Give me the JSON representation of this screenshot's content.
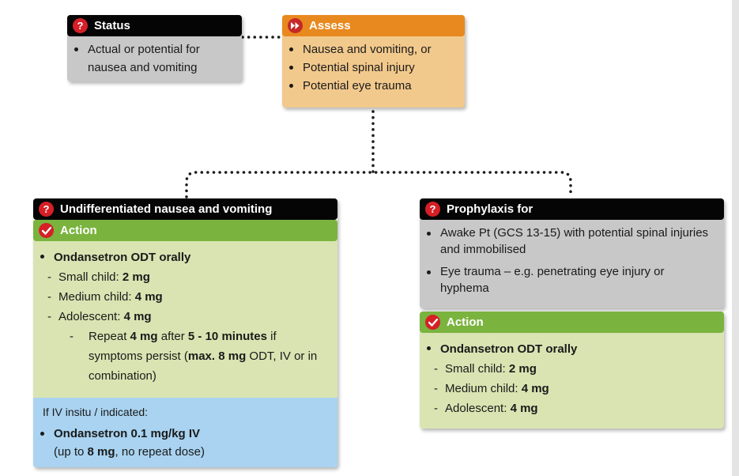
{
  "status": {
    "title": "Status",
    "items": [
      "Actual or potential for nausea and vomiting"
    ]
  },
  "assess": {
    "title": "Assess",
    "items": [
      "Nausea and vomiting, or",
      "Potential spinal injury",
      "Potential eye trauma"
    ]
  },
  "left": {
    "title": "Undifferentiated nausea and vomiting",
    "action_title": "Action",
    "drug": "Ondansetron ODT orally",
    "small_label": "Small child: ",
    "small_dose": "2 mg",
    "medium_label": "Medium child: ",
    "medium_dose": "4 mg",
    "adol_label": "Adolescent: ",
    "adol_dose": "4 mg",
    "repeat_1": "Repeat ",
    "repeat_2": "4 mg",
    "repeat_3": " after ",
    "repeat_4": "5 - 10 minutes",
    "repeat_5": " if symptoms persist (",
    "repeat_6": "max. 8 mg",
    "repeat_7": " ODT, IV or in combination)",
    "iv_intro": "If IV insitu / indicated:",
    "iv_drug": "Ondansetron 0.1 mg/kg IV",
    "iv_note_1": "(up to ",
    "iv_note_2": "8 mg",
    "iv_note_3": ", no repeat dose)"
  },
  "right": {
    "title": "Prophylaxis for",
    "items": [
      "Awake Pt (GCS 13-15) with potential spinal injuries and immobilised",
      "Eye trauma – e.g. penetrating eye injury or hyphema"
    ],
    "action_title": "Action",
    "drug": "Ondansetron ODT orally",
    "small_label": "Small child: ",
    "small_dose": "2 mg",
    "medium_label": "Medium child: ",
    "medium_dose": "4 mg",
    "adol_label": "Adolescent: ",
    "adol_dose": "4 mg"
  },
  "icons": {
    "status": "question-icon",
    "assess": "fast-forward-icon",
    "action": "checkmark-icon",
    "left_header": "question-icon",
    "right_header": "question-icon"
  },
  "colors": {
    "header_black": "#050505",
    "header_orange": "#e8891f",
    "header_green": "#7ab33e",
    "icon_red": "#d61f26",
    "status_box": "#c8c8c8",
    "assess_box": "#f2c98c",
    "action_box": "#d9e4b2",
    "iv_box": "#a9d3f0"
  }
}
